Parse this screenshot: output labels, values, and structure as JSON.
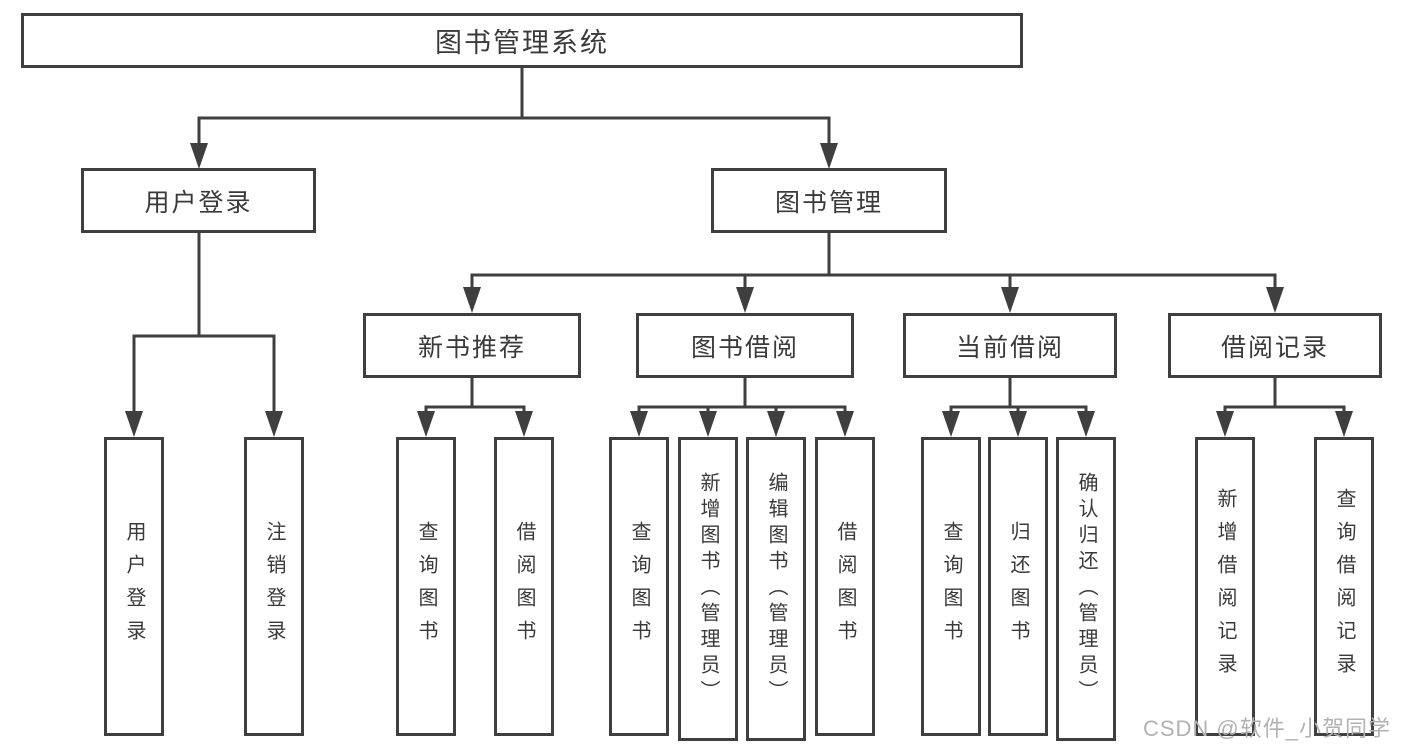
{
  "nodes": {
    "root": "图书管理系统",
    "level2": {
      "user_login": "用户登录",
      "book_management": "图书管理"
    },
    "level3": {
      "new_book_recommend": "新书推荐",
      "book_borrow": "图书借阅",
      "current_borrow": "当前借阅",
      "borrow_records": "借阅记录"
    },
    "leaves": {
      "user_login": "用户登录",
      "logout": "注销登录",
      "recommend_query_books": "查询图书",
      "recommend_borrow_books": "借阅图书",
      "borrow_query_books": "查询图书",
      "borrow_add_books": "新增图书（管理员）",
      "borrow_edit_books": "编辑图书（管理员）",
      "borrow_borrow_books": "借阅图书",
      "current_query_books": "查询图书",
      "current_return_books": "归还图书",
      "current_confirm_return": "确认归还（管理员）",
      "records_add": "新增借阅记录",
      "records_query": "查询借阅记录"
    }
  },
  "watermark": "CSDN @软件_小贺同学",
  "colors": {
    "line": "#3f3f3f",
    "text": "#3a3a3a",
    "watermark": "#b2b2b2",
    "background": "#ffffff"
  }
}
